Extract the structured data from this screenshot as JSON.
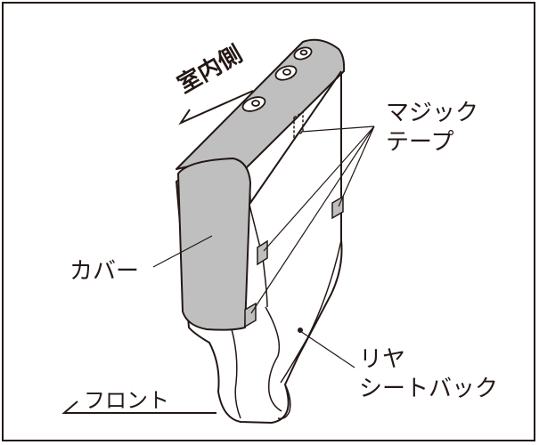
{
  "labels": {
    "interior_side": "室内側",
    "magic_tape_line1": "マジック",
    "magic_tape_line2": "テープ",
    "cover": "カバー",
    "rear_seatback_line1": "リヤ",
    "rear_seatback_line2": "シートバック",
    "front": "フロント"
  },
  "colors": {
    "ink": "#231815",
    "cover_fill": "#bfbfbf",
    "background": "#ffffff"
  }
}
